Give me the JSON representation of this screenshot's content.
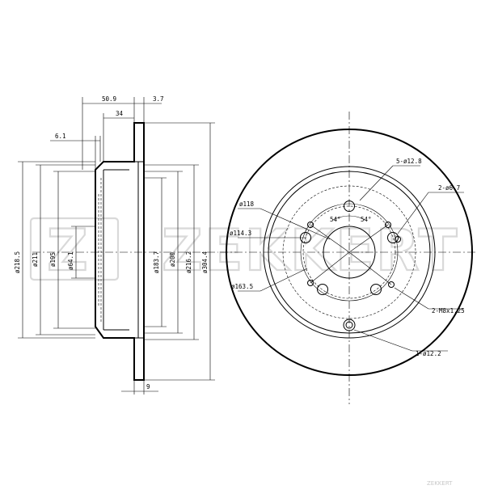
{
  "watermark": {
    "brand": "ZEKKERT",
    "corner_text": "ZEKKERT"
  },
  "side_view": {
    "dims": {
      "top_width": "50.9",
      "flange": "3.7",
      "hat_depth": "34",
      "offset": "6.1",
      "thickness": "9",
      "d_outer": "ø218.5",
      "d_211": "ø211",
      "d_195": "ø195",
      "d_64": "ø64.1",
      "d_183": "ø183.7",
      "d_200": "ø200",
      "d_216": "ø216.2",
      "d_304": "ø304.4"
    }
  },
  "front_view": {
    "labels": {
      "holes_12_8": "5-ø12.8",
      "holes_6_7": "2-ø6.7",
      "bore_118": "ø118",
      "pcd_114": "ø114.3",
      "pcd_163": "ø163.5",
      "thread": "2-M8x1.25",
      "hole_12_2": "1-ø12.2",
      "angle_left": "54°",
      "angle_right": "54°"
    }
  }
}
